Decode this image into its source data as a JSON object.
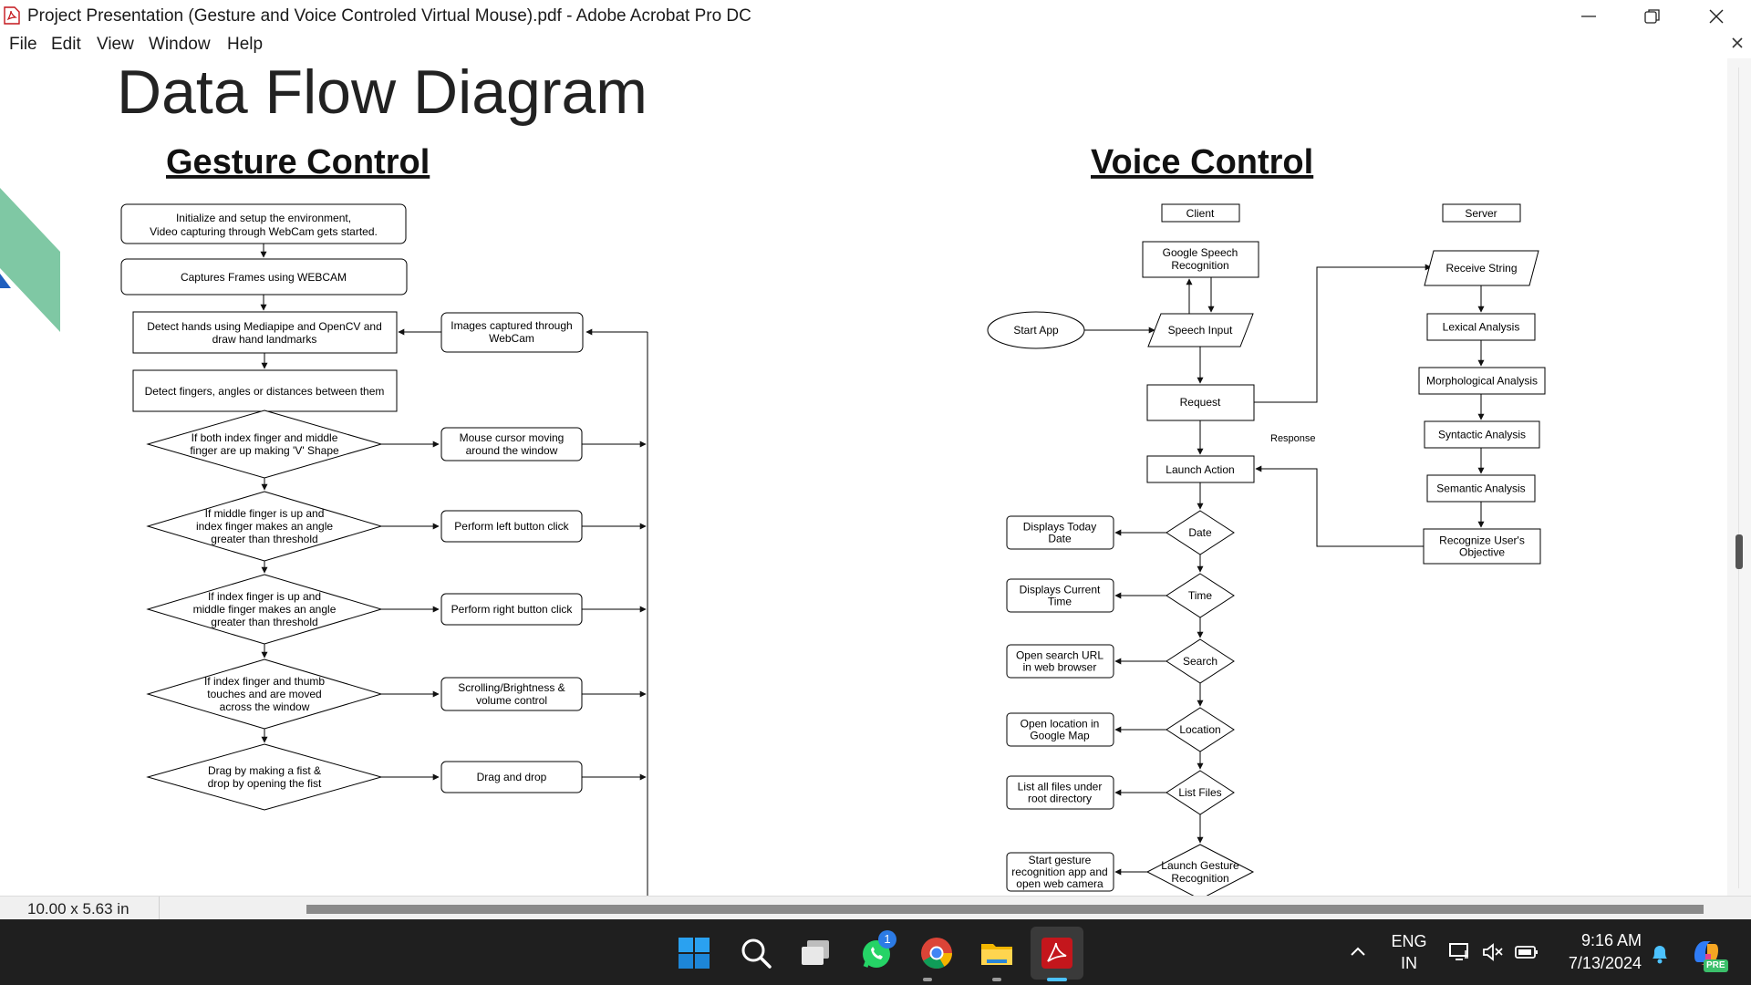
{
  "window": {
    "title": "Project Presentation (Gesture and Voice Controled Virtual Mouse).pdf - Adobe Acrobat Pro DC"
  },
  "menu": [
    "File",
    "Edit",
    "View",
    "Window",
    "Help"
  ],
  "slide": {
    "title": "Data Flow Diagram",
    "gesture_heading": "Gesture Control",
    "voice_heading": "Voice Control",
    "gesture_steps": [
      "Initialize and setup the environment,",
      "Video capturing through WebCam gets started.",
      "Captures Frames using WEBCAM",
      "Detect hands using Mediapipe and OpenCV and",
      "draw hand landmarks",
      "Images captured through",
      "WebCam",
      "Detect fingers, angles or distances between them"
    ],
    "gesture_decisions": [
      [
        "If both index finger and middle",
        "finger are up making 'V' Shape"
      ],
      [
        "If middle finger is up and",
        "index finger makes an angle",
        "greater than threshold"
      ],
      [
        "If index finger is up and",
        "middle finger makes an angle",
        "greater than threshold"
      ],
      [
        "If index finger and thumb",
        "touches and are moved",
        "across the window"
      ],
      [
        "Drag by making a fist &",
        "drop by opening the fist"
      ]
    ],
    "gesture_actions": [
      [
        "Mouse cursor moving",
        "around the window"
      ],
      [
        "Perform left button click"
      ],
      [
        "Perform right button click"
      ],
      [
        "Scrolling/Brightness &",
        "volume control"
      ],
      [
        "Drag and drop"
      ]
    ],
    "voice": {
      "client": "Client",
      "server": "Server",
      "google": [
        "Google Speech",
        "Recognition"
      ],
      "start_app": "Start App",
      "speech_input": "Speech Input",
      "request": "Request",
      "response": "Response",
      "launch_action": "Launch Action",
      "server_steps": [
        [
          "Receive String"
        ],
        [
          "Lexical Analysis"
        ],
        [
          "Morphological Analysis"
        ],
        [
          "Syntactic Analysis"
        ],
        [
          "Semantic Analysis"
        ],
        [
          "Recognize User's",
          "Objective"
        ]
      ],
      "decisions": [
        "Date",
        "Time",
        "Search",
        "Location",
        "List Files",
        "Launch Gesture|Recognition"
      ],
      "outputs": [
        [
          "Displays Today",
          "Date"
        ],
        [
          "Displays Current",
          "Time"
        ],
        [
          "Open search URL",
          "in web browser"
        ],
        [
          "Open location in",
          "Google Map"
        ],
        [
          "List all files under",
          "root directory"
        ],
        [
          "Start gesture",
          "recognition app and",
          "open web camera"
        ]
      ]
    }
  },
  "status": {
    "page_size": "10.00 x 5.63 in"
  },
  "taskbar": {
    "whatsapp_badge": "1",
    "lang_top": "ENG",
    "lang_bottom": "IN",
    "time": "9:16 AM",
    "date": "7/13/2024",
    "copilot_badge": "PRE"
  },
  "colors": {
    "accent_green": "#7fc8a4",
    "accent_blue": "#1f5fbf",
    "taskbar_bg": "#1f1f1f",
    "acrobat_red": "#c4161c"
  }
}
